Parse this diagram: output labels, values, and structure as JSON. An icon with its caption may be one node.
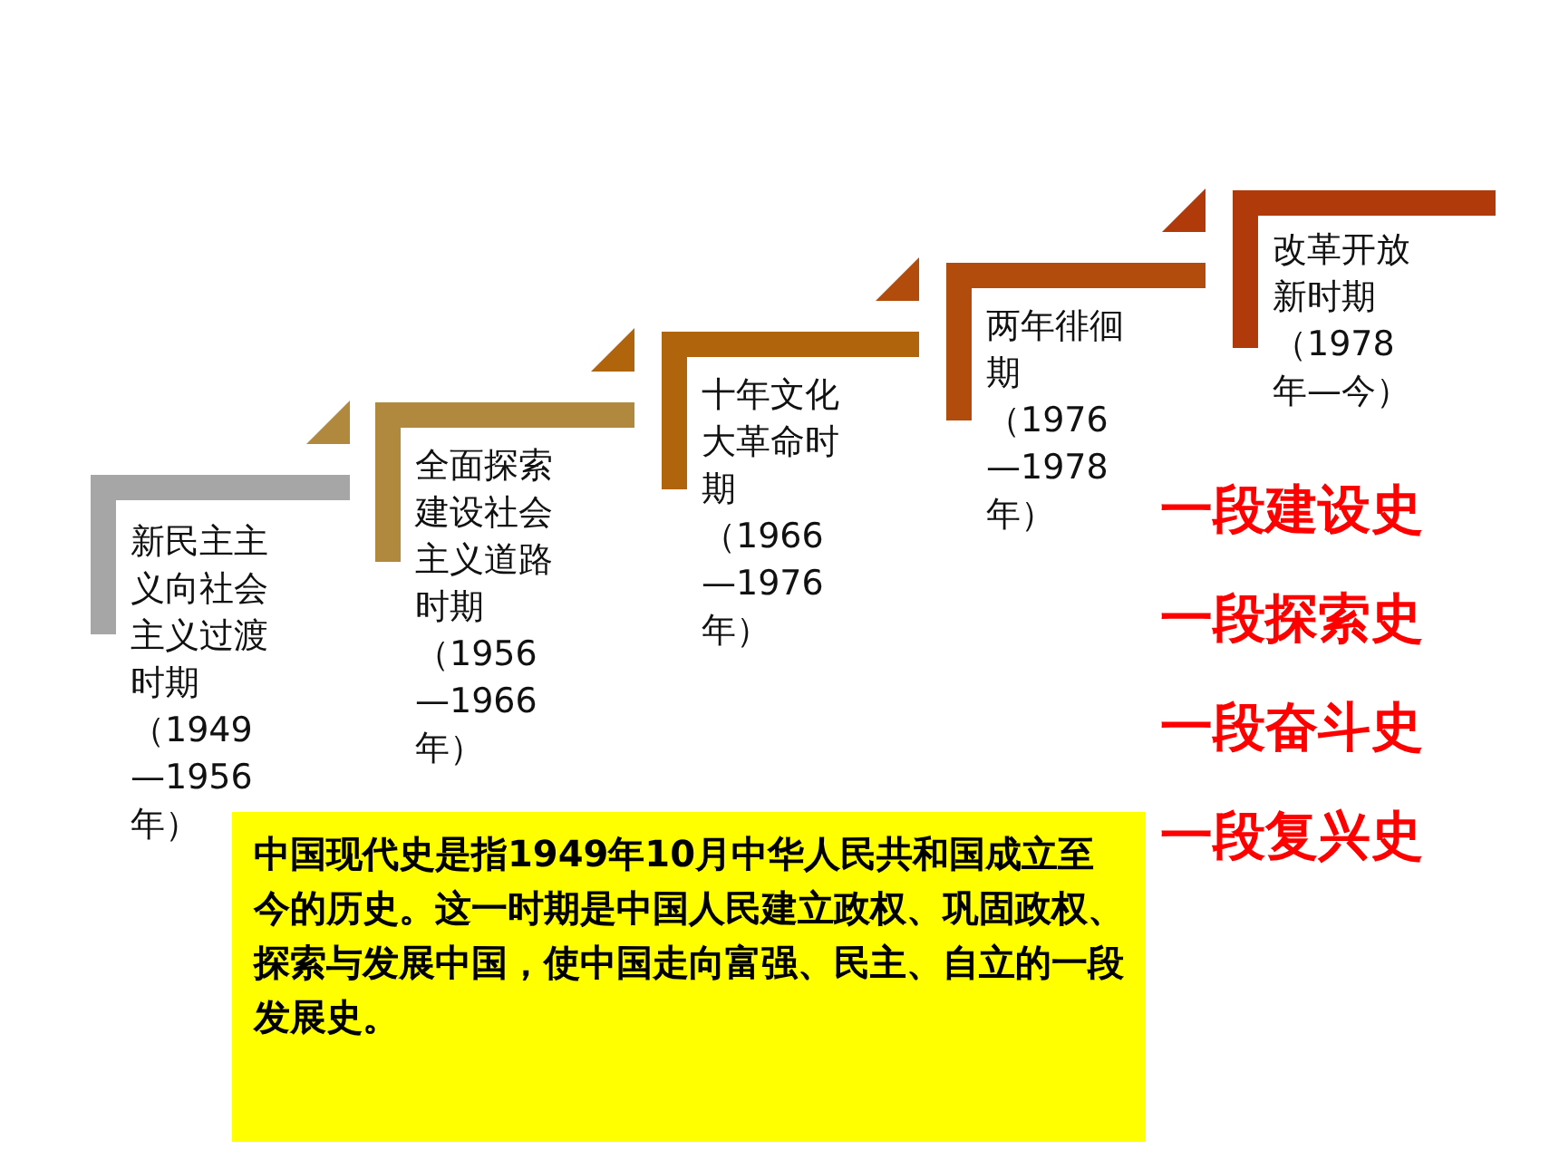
{
  "diagram": {
    "nodes": [
      {
        "text": [
          "新民主主义向社会主义过渡时期",
          "（1949—1956年）"
        ]
      },
      {
        "text": [
          "全面探索建设社会主义道路时期",
          "（1956—1966年）"
        ]
      },
      {
        "text": [
          "十年文化大革命时期",
          "（1966—1976年）"
        ]
      },
      {
        "text": [
          "两年徘徊期",
          "（1976—1978年）"
        ]
      },
      {
        "text": [
          "改革开放新时期",
          "（1978年—今）"
        ]
      },
      {
        "text": [
          "中国现代史是指1949年10月中华人民共和国成立至今的历史。这一时期是中国人民建立政权、巩固政权、探索与发展中国，使中国走向富强、民主、自立的一段发展史。"
        ]
      }
    ],
    "labels": [
      "一段建设史",
      "一段探索史",
      "一段奋斗史",
      "一段复兴史"
    ]
  }
}
